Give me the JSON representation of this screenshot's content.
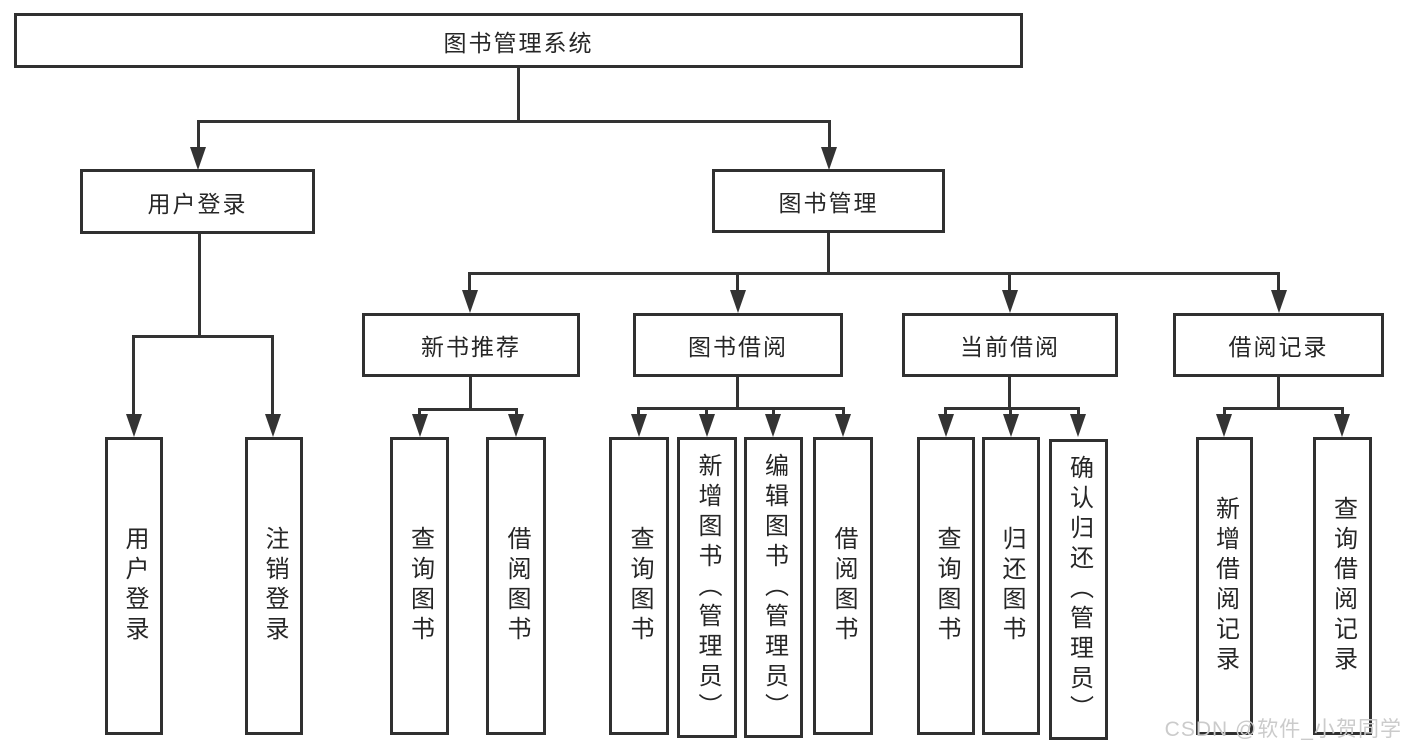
{
  "title": "图书管理系统",
  "colors": {
    "line": "#333333",
    "box_border": "#303030",
    "box_background": "#ffffff",
    "text": "#262626",
    "watermark_text": "#cbcbcb"
  },
  "tree": {
    "root": {
      "label": "图书管理系统"
    },
    "branches": [
      {
        "id": "user-login",
        "label": "用户登录",
        "children": [
          {
            "label": "用户登录"
          },
          {
            "label": "注销登录"
          }
        ]
      },
      {
        "id": "book-management",
        "label": "图书管理",
        "children": [
          {
            "id": "new-book-recommend",
            "label": "新书推荐",
            "children": [
              {
                "label": "查询图书"
              },
              {
                "label": "借阅图书"
              }
            ]
          },
          {
            "id": "book-borrow",
            "label": "图书借阅",
            "children": [
              {
                "label": "查询图书"
              },
              {
                "label": "新增图书（管理员）"
              },
              {
                "label": "编辑图书（管理员）"
              },
              {
                "label": "借阅图书"
              }
            ]
          },
          {
            "id": "current-borrow",
            "label": "当前借阅",
            "children": [
              {
                "label": "查询图书"
              },
              {
                "label": "归还图书"
              },
              {
                "label": "确认归还（管理员）"
              }
            ]
          },
          {
            "id": "borrow-records",
            "label": "借阅记录",
            "children": [
              {
                "label": "新增借阅记录"
              },
              {
                "label": "查询借阅记录"
              }
            ]
          }
        ]
      }
    ]
  },
  "watermark": {
    "text": "CSDN @软件_小贺同学"
  }
}
